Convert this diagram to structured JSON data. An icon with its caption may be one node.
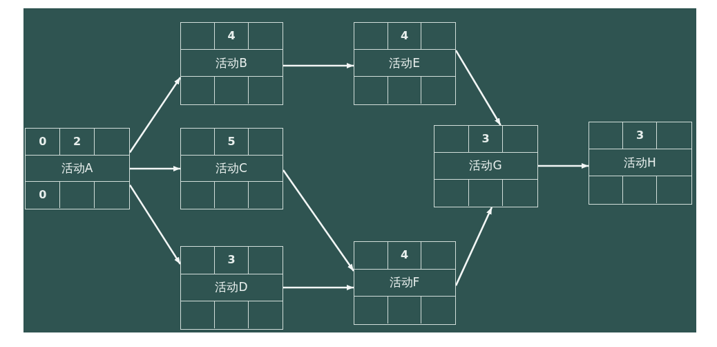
{
  "diagram": {
    "nodes": [
      {
        "text": [
          "0",
          "2",
          "活动A",
          "0"
        ]
      },
      {
        "text": [
          "4",
          "活动B"
        ]
      },
      {
        "text": [
          "5",
          "活动C"
        ]
      },
      {
        "text": [
          "3",
          "活动D"
        ]
      },
      {
        "text": [
          "4",
          "活动E"
        ]
      },
      {
        "text": [
          "4",
          "活动F"
        ]
      },
      {
        "text": [
          "3",
          "活动G"
        ]
      },
      {
        "text": [
          "3",
          "活动H"
        ]
      }
    ],
    "edges": [
      {
        "from": 0,
        "to": 1,
        "arrow": "to"
      },
      {
        "from": 0,
        "to": 2,
        "arrow": "to"
      },
      {
        "from": 0,
        "to": 3,
        "arrow": "to"
      },
      {
        "from": 1,
        "to": 4,
        "arrow": "to"
      },
      {
        "from": 2,
        "to": 5,
        "arrow": "to"
      },
      {
        "from": 3,
        "to": 5,
        "arrow": "to"
      },
      {
        "from": 4,
        "to": 6,
        "arrow": "to"
      },
      {
        "from": 5,
        "to": 6,
        "arrow": "to"
      },
      {
        "from": 6,
        "to": 7,
        "arrow": "to"
      }
    ]
  }
}
